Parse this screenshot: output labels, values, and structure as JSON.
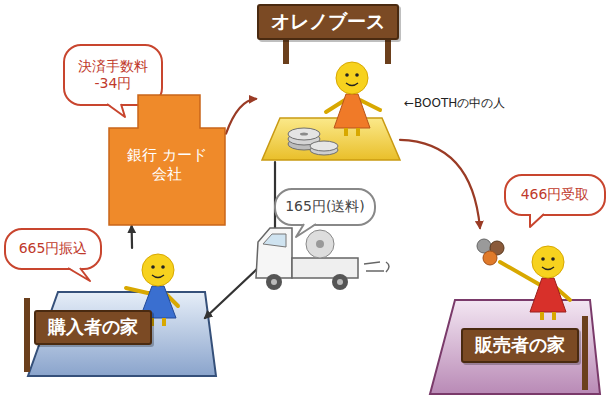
{
  "diagram": {
    "nodes": [
      {
        "text": [
          "オレノブース"
        ]
      },
      {
        "text": [
          "決済手数料 -34円"
        ]
      },
      {
        "text": [
          "銀行 カード会社"
        ]
      },
      {
        "text": [
          "665円振込"
        ]
      },
      {
        "text": [
          "購入者の家"
        ]
      },
      {
        "text": [
          "165円(送料)"
        ]
      },
      {
        "text": [
          "466円受取"
        ]
      },
      {
        "text": [
          "販売者の家"
        ]
      }
    ],
    "edges": [
      {
        "from": 2,
        "to": 0,
        "arrow": "to"
      },
      {
        "from": 0,
        "to": 7,
        "arrow": "to"
      },
      {
        "from": 0,
        "to": 4,
        "arrow": "to"
      },
      {
        "from": 4,
        "to": 2,
        "arrow": "to"
      }
    ],
    "labels": [
      "←BOOTHの中の人"
    ]
  }
}
